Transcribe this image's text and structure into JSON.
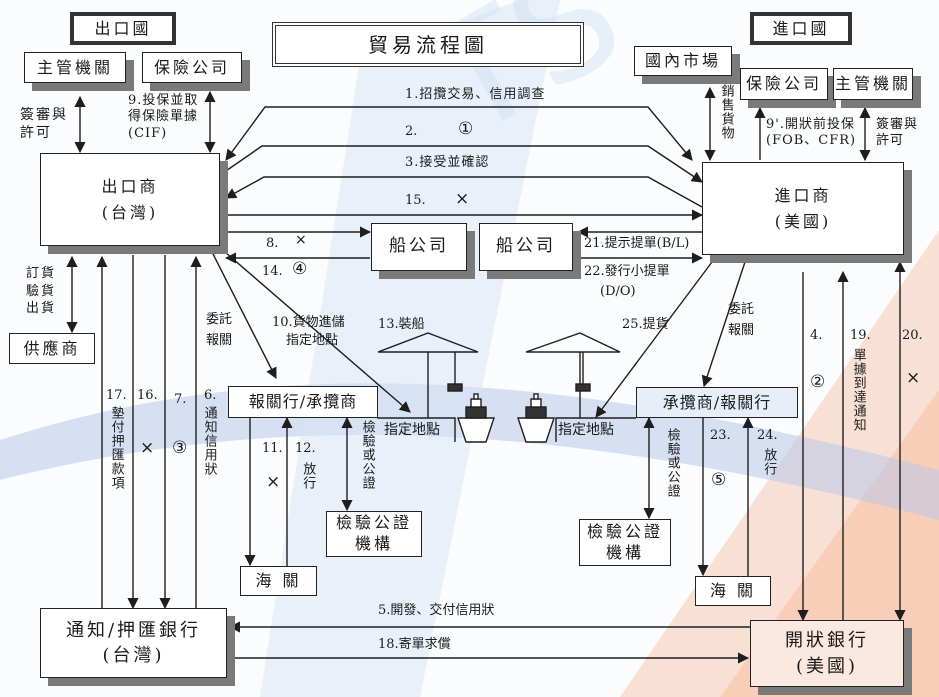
{
  "title": "貿易流程圖",
  "regions": {
    "export_country": "出口國",
    "import_country": "進口國"
  },
  "nodes": {
    "export_authority": "主管機關",
    "export_insurer": "保險公司",
    "exporter_name": "出口商",
    "exporter_country": "(台灣)",
    "supplier": "供應商",
    "export_broker": "報關行/承攬商",
    "export_customs": "海 關",
    "export_inspection_1": "檢驗公證",
    "export_inspection_2": "機構",
    "shipping_co_1": "船公司",
    "shipping_co_2": "船公司",
    "export_point": "指定地點",
    "import_point": "指定地點",
    "domestic_market": "國內市場",
    "import_insurer": "保險公司",
    "import_authority": "主管機關",
    "importer_name": "進口商",
    "importer_country": "(美國)",
    "import_broker": "承攬商/報關行",
    "import_inspection_1": "檢驗公證",
    "import_inspection_2": "機構",
    "import_customs": "海 關",
    "advising_bank_name": "通知/押匯銀行",
    "advising_bank_country": "(台灣)",
    "issuing_bank_name": "開狀銀行",
    "issuing_bank_country": "(美國)"
  },
  "labels": {
    "step1": "1.招攬交易、信用調查",
    "step2": "2.",
    "step2_mark": "①",
    "step3": "3.接受並確認",
    "step15": "15.",
    "step15_mark": "×",
    "step8": "8.",
    "step8_mark": "×",
    "step14": "14.",
    "step14_mark": "④",
    "step21": "21.提示提單(B/L)",
    "step22": "22.發行小提單",
    "step22b": "(D/O)",
    "step9_1": "9.投保並取",
    "step9_2": "得保險單據",
    "step9_3": "(CIF)",
    "step9p_1": "9'.開狀前投保",
    "step9p_2": "(FOB、CFR)",
    "export_permit_1": "簽審與",
    "export_permit_2": "許可",
    "import_permit_1": "簽審與",
    "import_permit_2": "許可",
    "sell_goods": "銷售貨物",
    "order_1": "訂貨",
    "order_2": "驗貨",
    "order_3": "出貨",
    "entrust_export_1": "委託",
    "entrust_export_2": "報關",
    "entrust_import_1": "委託",
    "entrust_import_2": "報關",
    "step10_1": "10.貨物進儲",
    "step10_2": "指定地點",
    "step13": "13.裝船",
    "step25": "25.提貨",
    "step17": "17.",
    "step17_text": "墊付押匯款項",
    "step16": "16.",
    "step16_mark": "×",
    "step7": "7.",
    "step7_mark": "③",
    "step6": "6.",
    "step6_text": "通知信用狀",
    "step11": "11.",
    "step11_mark": "×",
    "step12": "12.",
    "step12_text": "放行",
    "inspect_export": "檢驗或公證",
    "inspect_import": "檢驗或公證",
    "step23": "23.",
    "step23_mark": "⑤",
    "step24": "24.",
    "step24_text": "放行",
    "step4": "4.",
    "step4_mark": "②",
    "step19": "19.",
    "step19_text": "單據到達通知",
    "step20": "20.",
    "step20_mark": "×",
    "step5": "5.開發、交付信用狀",
    "step18": "18.寄單求償"
  },
  "colors": {
    "line": "#1e1e1e",
    "shadow": "#7a7a7a",
    "watermark_blue": "#3f6fc8",
    "watermark_orange": "#f06a2a",
    "issuing_bank_fill": "#fbe8de"
  }
}
